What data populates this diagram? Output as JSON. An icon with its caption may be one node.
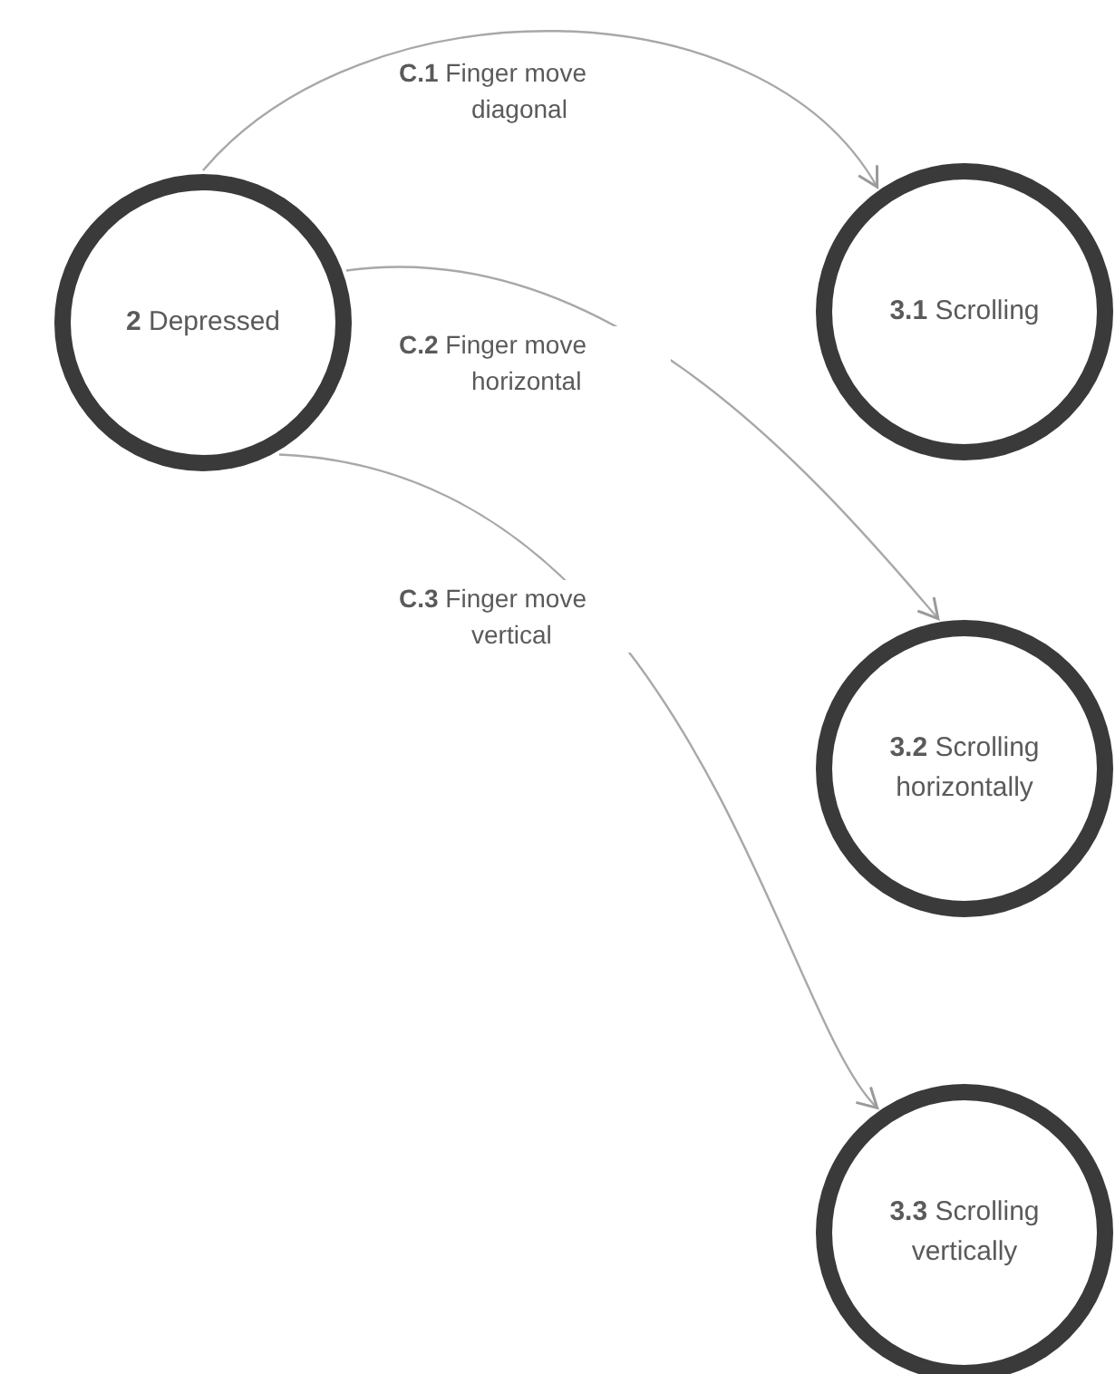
{
  "diagram": {
    "nodes": [
      {
        "text": [
          "**2** Depressed"
        ]
      },
      {
        "text": [
          "**3.1** Scrolling"
        ]
      },
      {
        "text": [
          "**3.2** Scrolling horizontally"
        ]
      },
      {
        "text": [
          "**3.3** Scrolling vertically"
        ]
      }
    ],
    "edges": [
      {
        "from": 0,
        "to": 1,
        "arrow": "to",
        "label": "**C.1** Finger move diagonal"
      },
      {
        "from": 0,
        "to": 2,
        "arrow": "to",
        "label": "**C.2** Finger move horizontal"
      },
      {
        "from": 0,
        "to": 3,
        "arrow": "to",
        "label": "**C.3** Finger move vertical"
      }
    ]
  }
}
